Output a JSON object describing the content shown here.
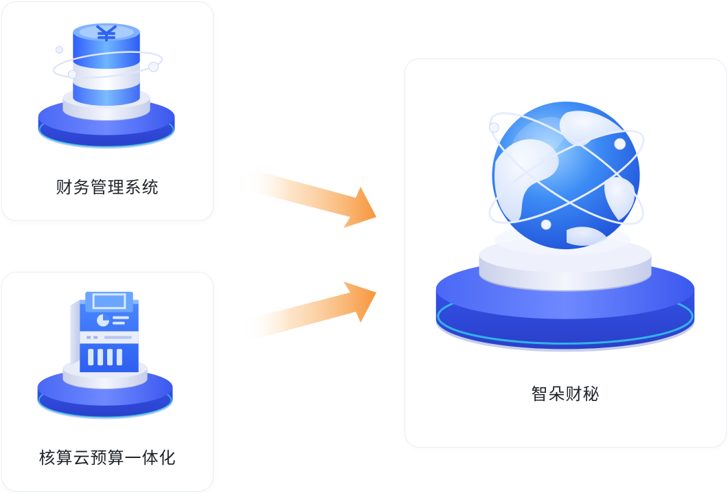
{
  "nodes": {
    "finance_system": {
      "label": "财务管理系统"
    },
    "budget_integration": {
      "label": "核算云预算一体化"
    },
    "zhiduo": {
      "label": "智朵财秘"
    }
  },
  "icons": {
    "finance_system": "yen-database-icon",
    "budget_integration": "server-cabinet-icon",
    "zhiduo": "globe-icon"
  },
  "colors": {
    "platform_blue": "#3d5bf0",
    "platform_light": "#6f8bff",
    "platform_glow": "#2ec5e8",
    "arrow_orange": "#f7953a",
    "card_border": "#e9ecf2",
    "label_text": "#1f2329"
  },
  "edges": [
    {
      "from": "finance_system",
      "to": "zhiduo"
    },
    {
      "from": "budget_integration",
      "to": "zhiduo"
    }
  ]
}
